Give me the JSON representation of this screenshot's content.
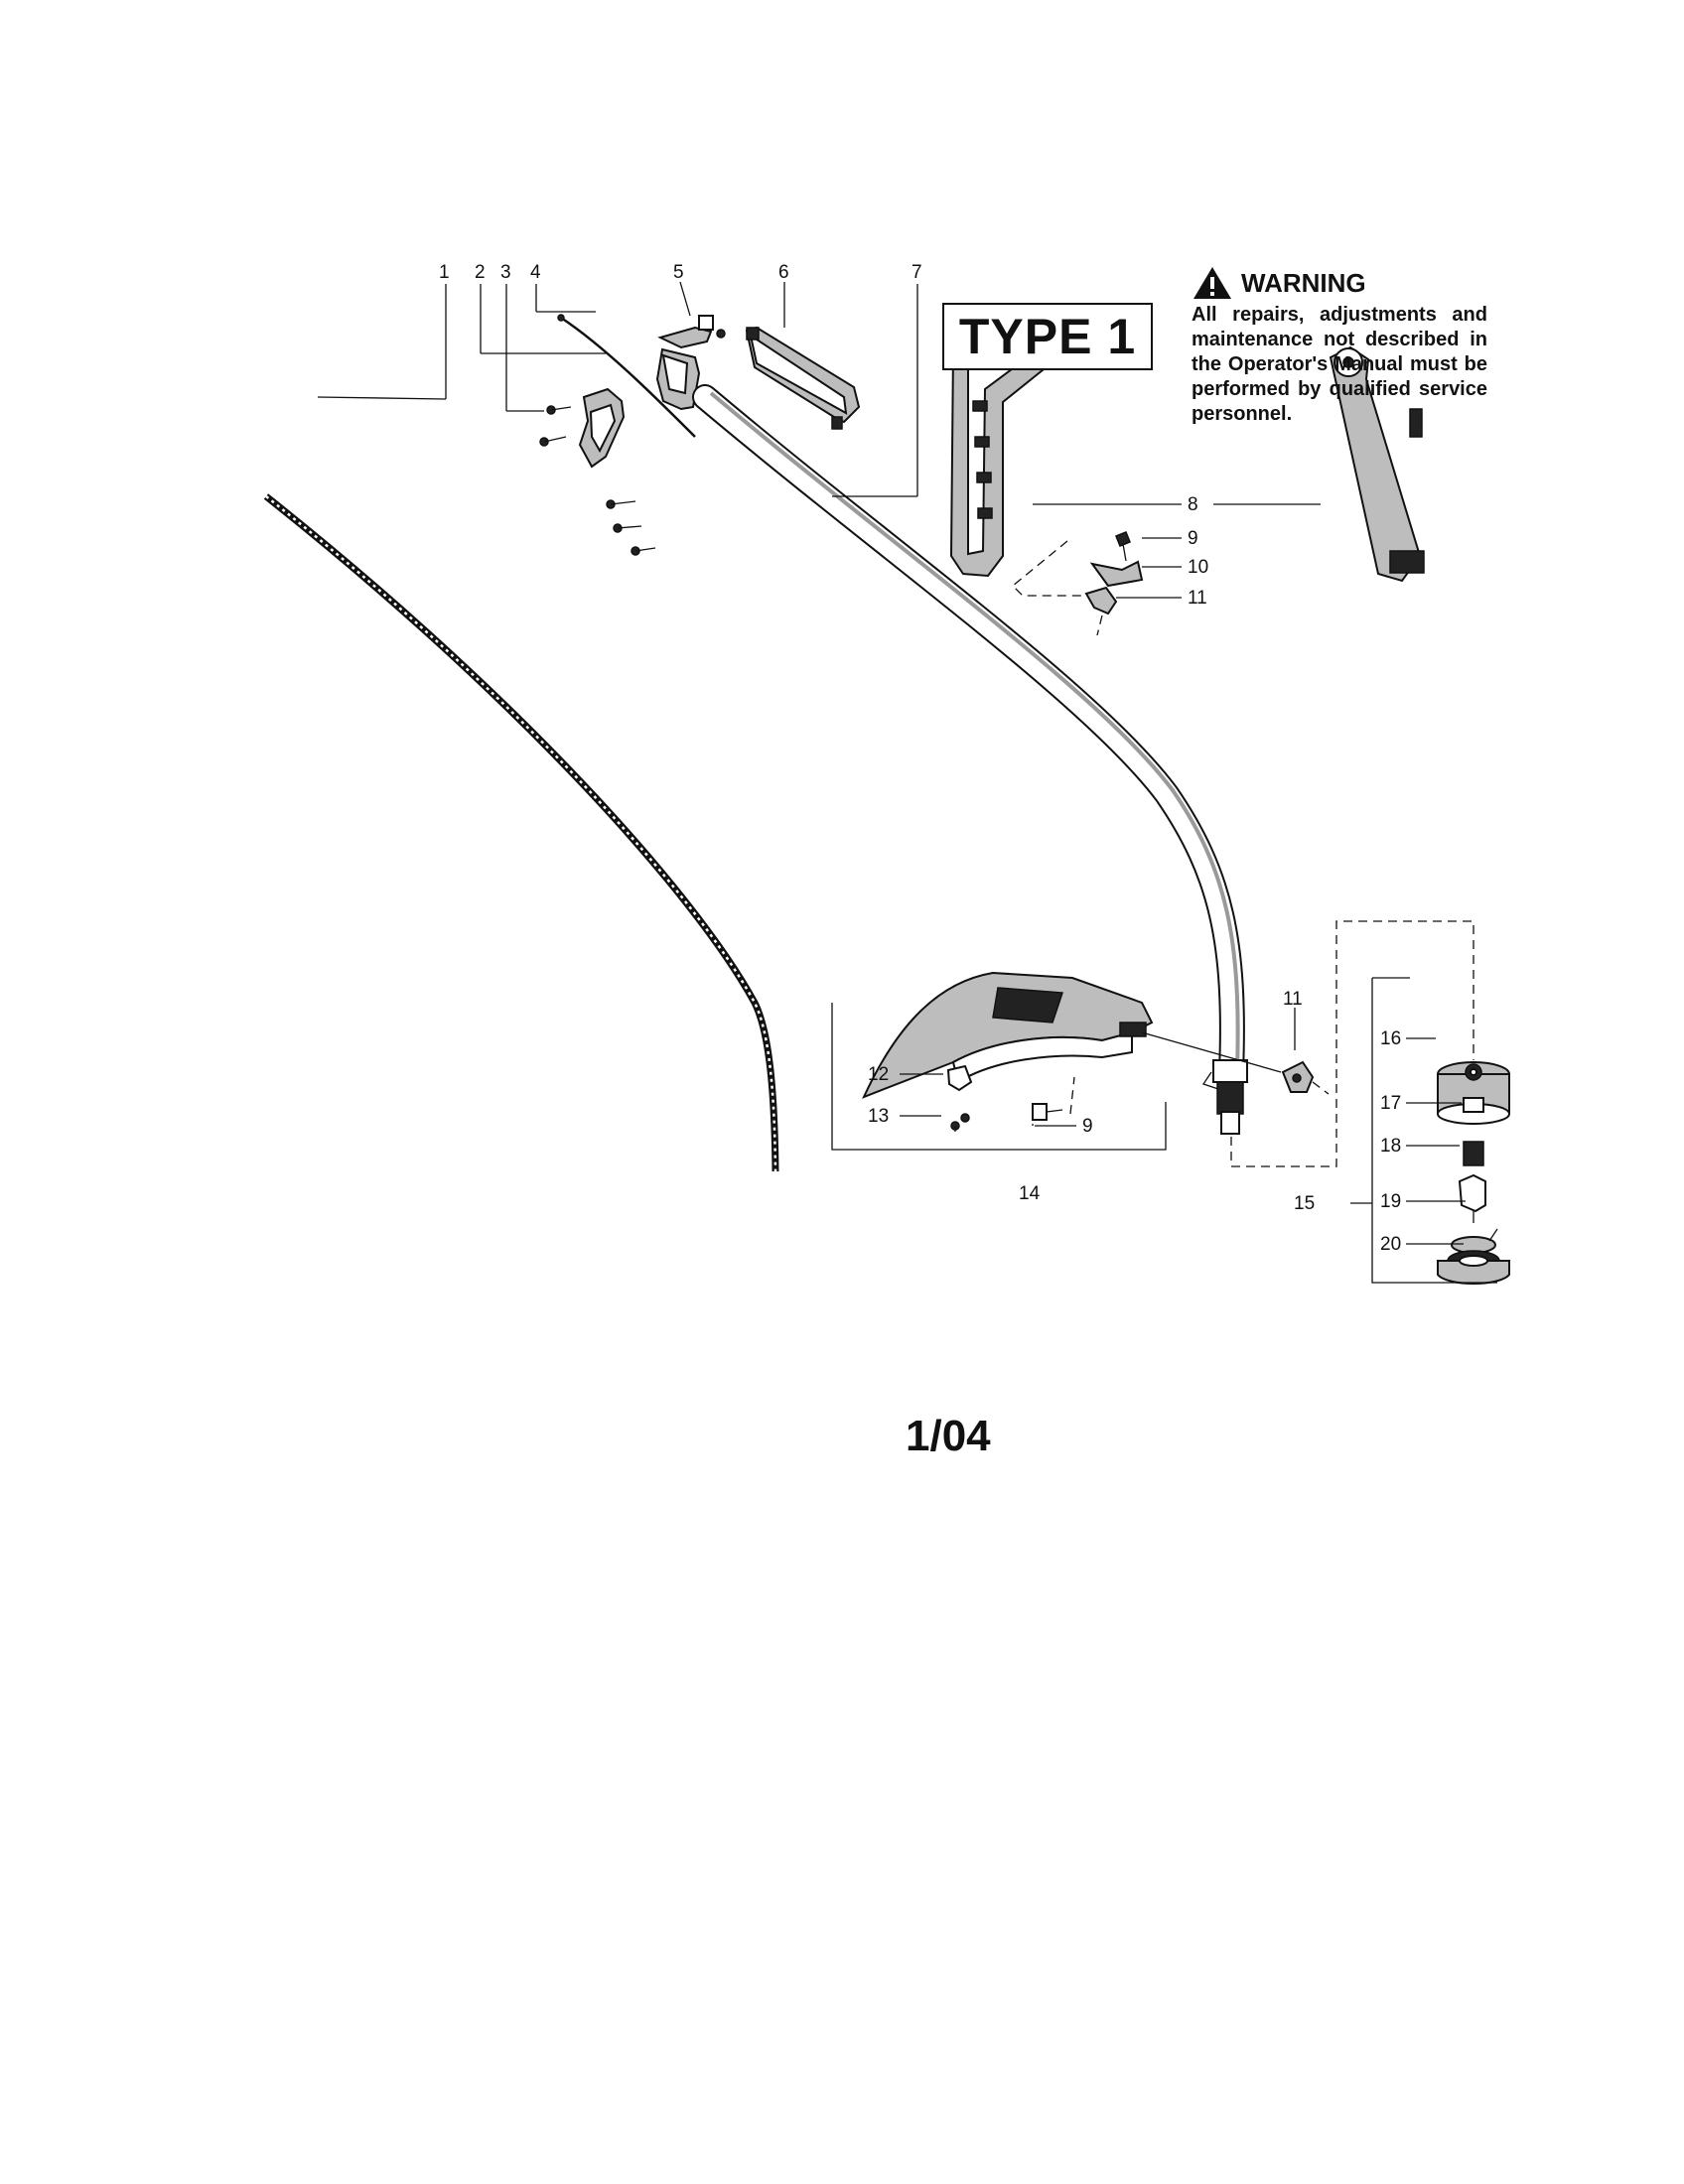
{
  "type_label": "TYPE 1",
  "warning": {
    "title": "WARNING",
    "text": "All repairs, adjustments and maintenance not described in the Operator's Manual must be performed by qualified service personnel."
  },
  "date_code": "1/04",
  "callouts": [
    "1",
    "2",
    "3",
    "4",
    "5",
    "6",
    "7",
    "8",
    "9",
    "10",
    "11",
    "11",
    "12",
    "13",
    "9",
    "14",
    "15",
    "16",
    "17",
    "18",
    "19",
    "20"
  ]
}
